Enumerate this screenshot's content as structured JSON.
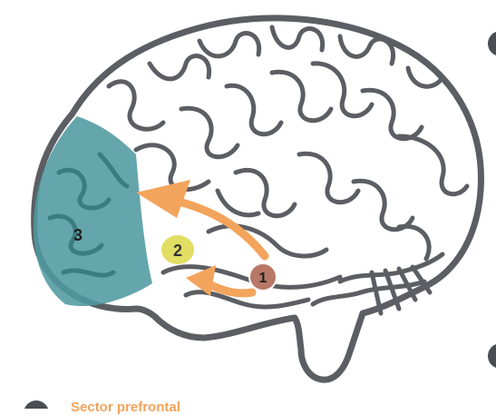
{
  "diagram": {
    "markers": [
      {
        "id": "1",
        "label": "1",
        "color": "#b97766"
      },
      {
        "id": "2",
        "label": "2",
        "color": "#e2de63"
      },
      {
        "id": "3",
        "label": "3",
        "color": "#4e9aa0"
      }
    ],
    "caption": "Sector prefrontal",
    "colors": {
      "outline": "#5b5e63",
      "prefrontal_region": "#4e9aa0",
      "arrow": "#f3a45c",
      "caption_text": "#f2a35a",
      "edge_bullets": "#4a4d51"
    }
  }
}
